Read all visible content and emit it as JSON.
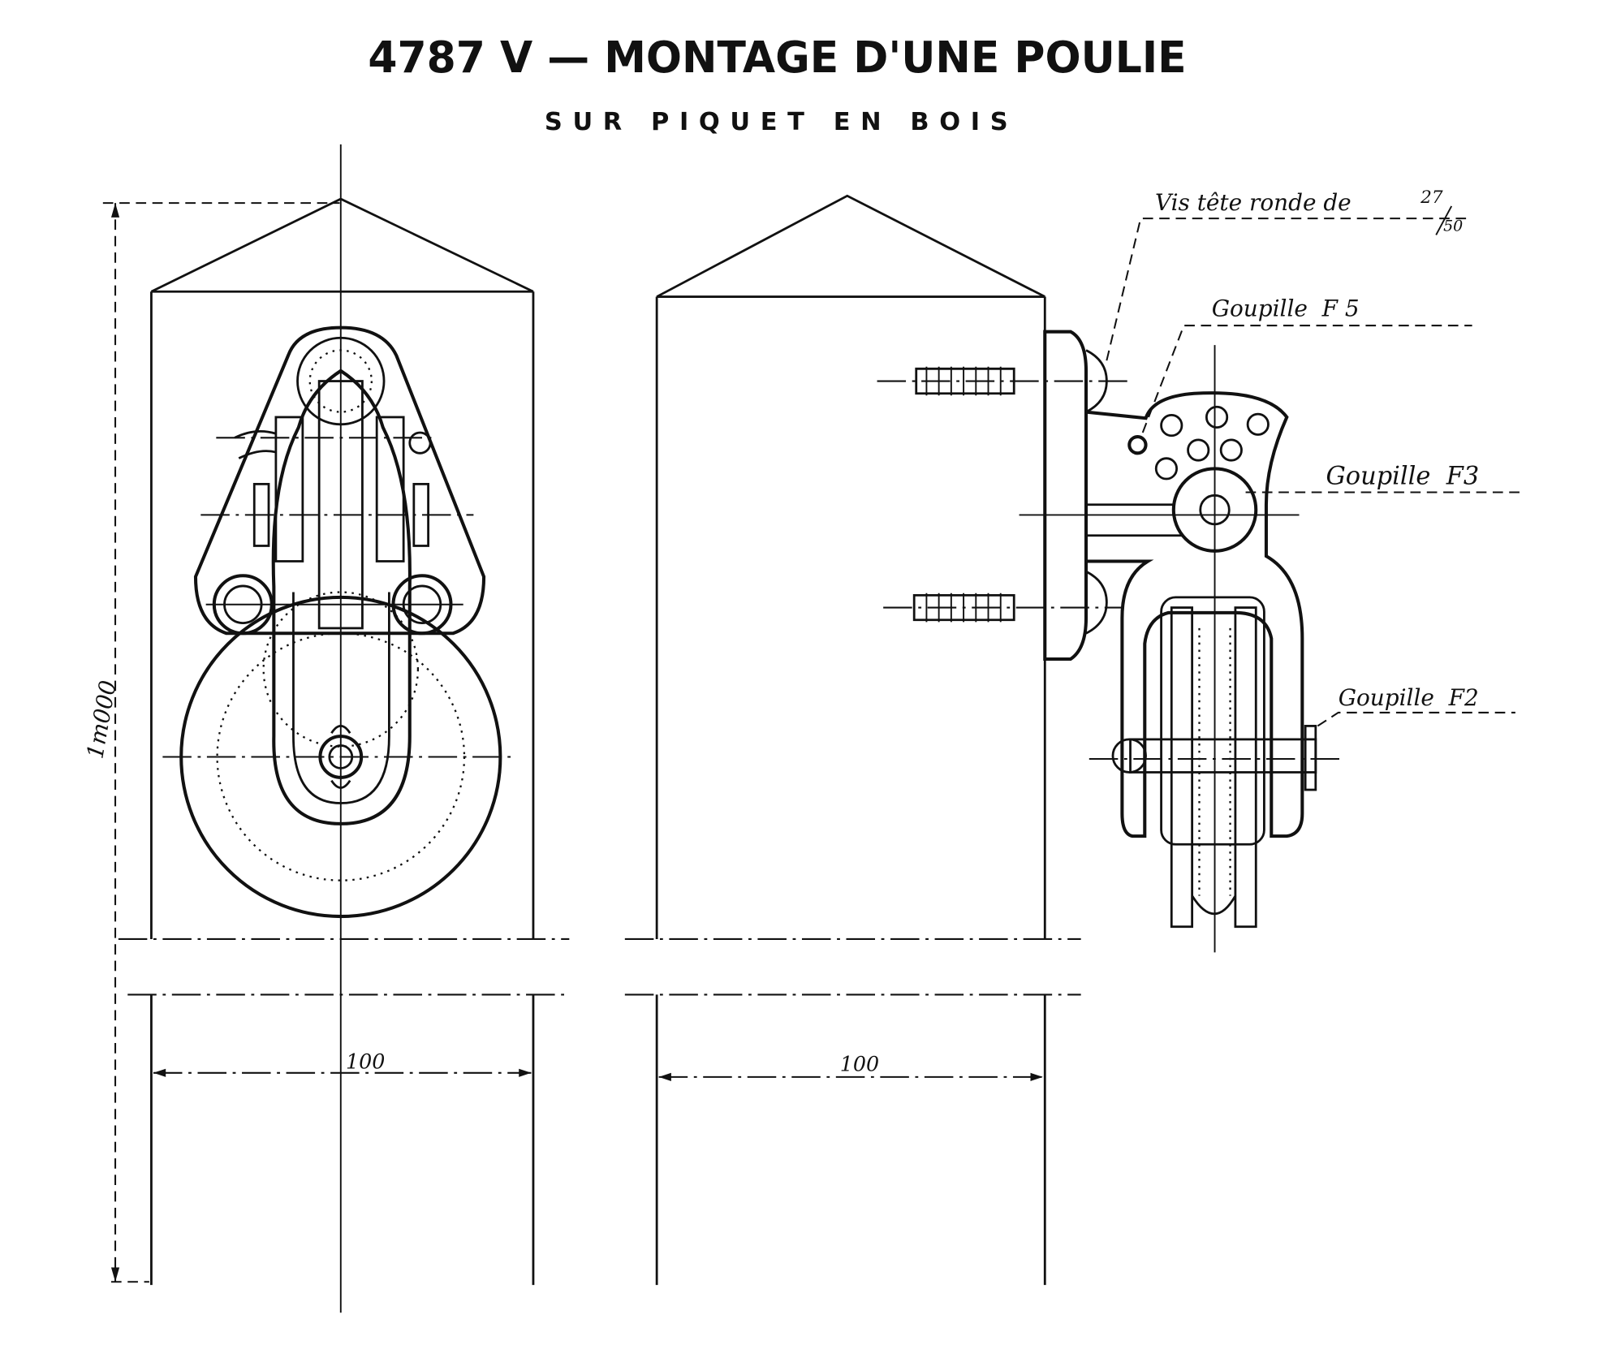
{
  "title": "4787 V — MONTAGE D'UNE POULIE",
  "subtitle": "SUR PIQUET EN BOIS",
  "labels": {
    "screw": "Vis tête ronde de",
    "screw_num": "27",
    "screw_den": "50",
    "pin_f5": "Goupille  F 5",
    "pin_f3": "Goupille  F3",
    "pin_f2": "Goupille  F2"
  },
  "dimensions": {
    "height": "1m000",
    "width_front": "100",
    "width_side": "100"
  }
}
